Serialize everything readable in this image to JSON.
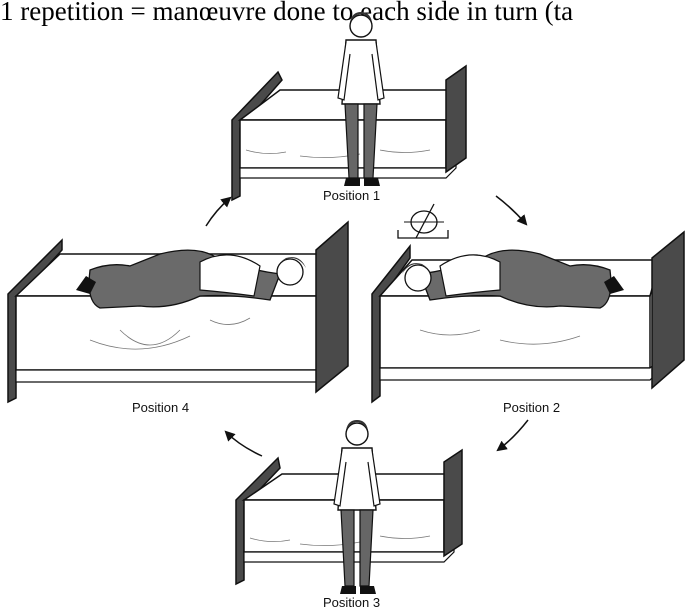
{
  "caption": "1 repetition = manœuvre done to each side in turn (ta",
  "positions": [
    {
      "label": "Position 1",
      "pose": "standing-on-bed"
    },
    {
      "label": "Position 2",
      "pose": "lying-on-left-side"
    },
    {
      "label": "Position 3",
      "pose": "standing-on-bed"
    },
    {
      "label": "Position 4",
      "pose": "lying-on-right-side"
    }
  ],
  "arrows": [
    {
      "from": "Position 4",
      "to": "Position 1"
    },
    {
      "from": "Position 1",
      "to": "Position 2"
    },
    {
      "from": "Position 2",
      "to": "Position 3"
    },
    {
      "from": "Position 3",
      "to": "Position 4"
    }
  ],
  "colors": {
    "ink": "#111111",
    "shade": "#555555",
    "paper": "#ffffff",
    "headboard": "#4a4a4a"
  }
}
